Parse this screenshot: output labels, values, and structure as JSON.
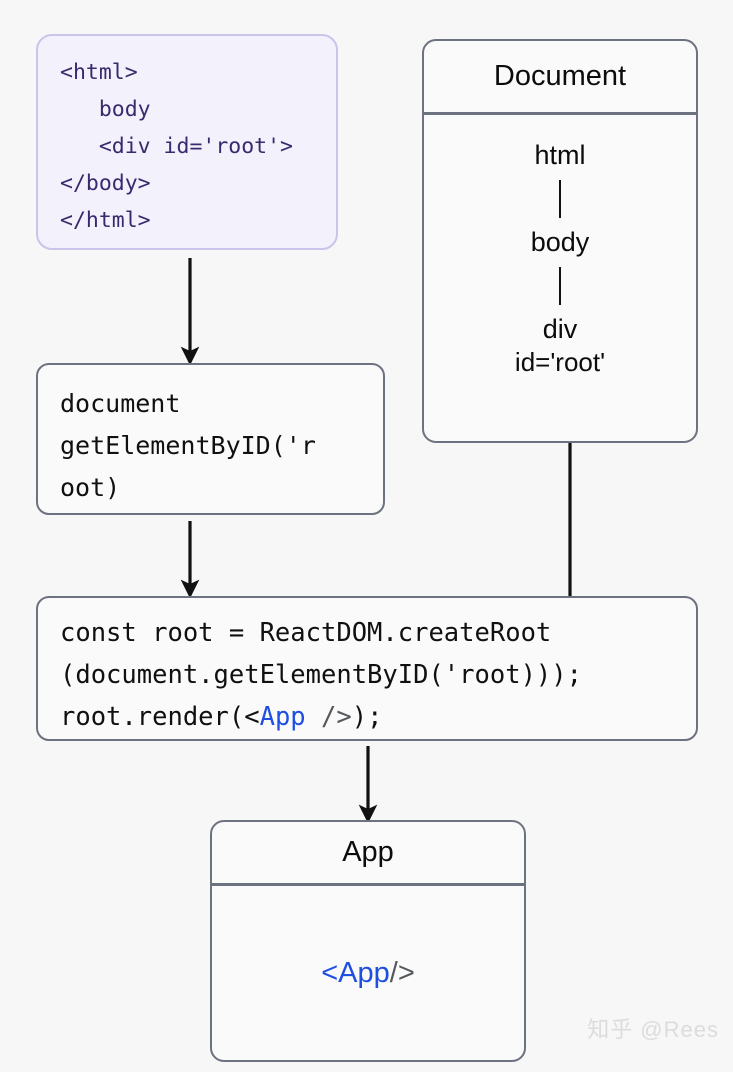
{
  "page": {
    "background": "#f7f7f7",
    "watermark": "知乎 @Rees"
  },
  "colors": {
    "purple_border": "#cbc4ea",
    "purple_fill": "#f3f1fc",
    "purple_text": "#3a2a6d",
    "box_border": "#6d7280",
    "box_fill": "#fafafa",
    "jsx_blue": "#1f4fe0",
    "jsx_gray": "#55585c",
    "arrow": "#111111"
  },
  "html_box": {
    "name": "html-source-snippet",
    "lines": [
      "<html>",
      "   body",
      "   <div id='root'>",
      "</body>",
      "</html>"
    ],
    "text": "<html>\n   body\n   <div id='root'>\n</body>\n</html>"
  },
  "document_box": {
    "title": "Document",
    "tree": [
      {
        "label": "html",
        "sub": ""
      },
      {
        "label": "body",
        "sub": ""
      },
      {
        "label": "div",
        "sub": "id='root'"
      }
    ]
  },
  "get_element_box": {
    "name": "get-element-by-id-snippet",
    "text": "document\ngetElementByID('r\noot)"
  },
  "react_box": {
    "name": "react-dom-create-root-snippet",
    "line1": "const root = ReactDOM.createRoot",
    "line2": "(document.getElementByID('root)));",
    "line3_prefix": "root.render(<",
    "line3_component": "App",
    "line3_selfclose": " />",
    "line3_suffix": ");"
  },
  "app_box": {
    "title": "App",
    "jsx_open": "<",
    "jsx_component": "App",
    "jsx_close": " />"
  },
  "connectors": [
    {
      "name": "arrow-html-to-getelement",
      "type": "arrow"
    },
    {
      "name": "arrow-getelement-to-react",
      "type": "arrow"
    },
    {
      "name": "line-document-to-react",
      "type": "line"
    },
    {
      "name": "arrow-react-to-app",
      "type": "arrow"
    }
  ]
}
